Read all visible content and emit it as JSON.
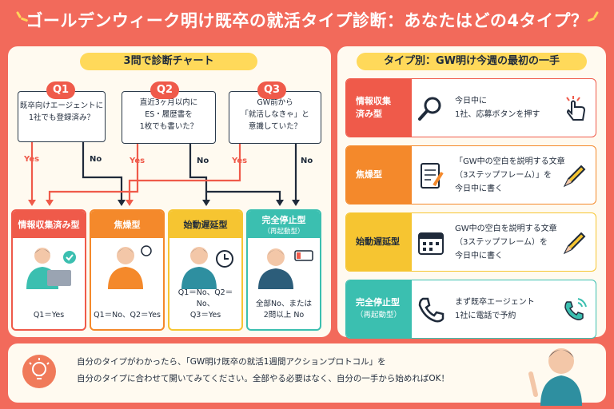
{
  "title": "ゴールデンウィーク明け既卒の就活タイプ診断：あなたはどの4タイプ？",
  "left": {
    "heading": "3問で診断チャート",
    "q1": {
      "badge": "Q1",
      "line1": "既卒向けエージェントに",
      "line2": "1社でも登録済み？"
    },
    "q2": {
      "badge": "Q2",
      "line1": "直近3ヶ月以内に",
      "line2": "ES・履歴書を",
      "line3": "1枚でも書いた？"
    },
    "q3": {
      "badge": "Q3",
      "line1": "GW前から",
      "line2": "「就活しなきゃ」と",
      "line3": "意識していた？"
    },
    "yes": "Yes",
    "no": "No",
    "cards": [
      {
        "name": "情報収集済み型",
        "sub": "",
        "cond1": "Q1＝Yes",
        "cond2": "",
        "color": "#ef5a4a"
      },
      {
        "name": "焦燥型",
        "sub": "",
        "cond1": "Q1＝No、Q2＝Yes",
        "cond2": "",
        "color": "#f4892b"
      },
      {
        "name": "始動遅延型",
        "sub": "",
        "cond1": "Q1＝No、Q2＝No、",
        "cond2": "Q3＝Yes",
        "color": "#f6c531"
      },
      {
        "name": "完全停止型",
        "sub": "（再起動型）",
        "cond1": "全部No、または",
        "cond2": "2問以上 No",
        "color": "#3bbfb0"
      }
    ]
  },
  "right": {
    "heading": "タイプ別：GW明け今週の最初の一手",
    "rows": [
      {
        "tag": "情報収集",
        "tag2": "済み型",
        "line1": "今日中に",
        "line2": "1社、応募ボタンを押す",
        "line3": "",
        "color": "#ef5a4a",
        "icon1": "magnifier-icon",
        "icon2": "click-hand-icon"
      },
      {
        "tag": "焦燥型",
        "tag2": "",
        "line1": "「GW中の空白を説明する文章",
        "line2": "（3ステップフレーム）」を",
        "line3": "今日中に書く",
        "color": "#f4892b",
        "icon1": "document-pen-icon",
        "icon2": "pencil-icon"
      },
      {
        "tag": "始動遅延型",
        "tag2": "",
        "line1": "GW中の空白を説明する文章",
        "line2": "（3ステップフレーム）を",
        "line3": "今日中に書く",
        "color": "#f6c531",
        "icon1": "calendar-icon",
        "icon2": "pencil-icon"
      },
      {
        "tag": "完全停止型",
        "tag2": "（再起動型）",
        "line1": "まず既卒エージェント",
        "line2": "1社に電話で予約",
        "line3": "",
        "color": "#3bbfb0",
        "icon1": "phone-icon",
        "icon2": "phone-ringing-icon"
      }
    ]
  },
  "bottom": {
    "line1": "自分のタイプがわかったら、「GW明け既卒の就活1週間アクションプロトコル」を",
    "line2": "自分のタイプに合わせて開いてみてください。全部やる必要はなく、自分の一手から始めればOK！"
  }
}
